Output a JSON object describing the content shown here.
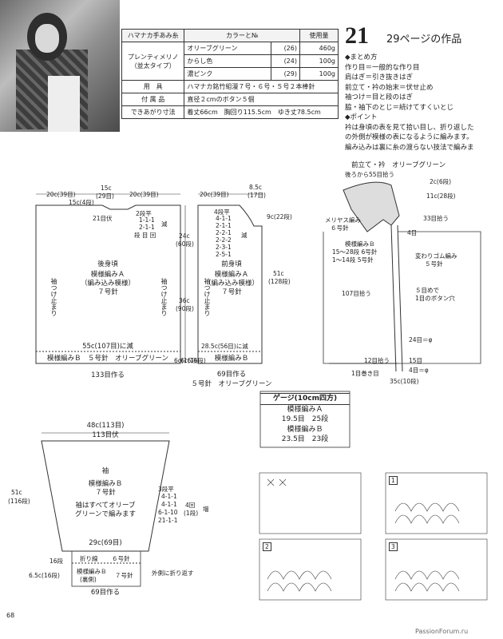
{
  "materials": {
    "headers": [
      "ハマナカ手あみ糸",
      "カラーと№",
      "使用量"
    ],
    "yarn": [
      "プレンティメリノ",
      "（並太タイプ）"
    ],
    "colors": [
      {
        "name": "オリーブグリーン",
        "no": "(26)",
        "amount": "460g"
      },
      {
        "name": "からし色",
        "no": "(24)",
        "amount": "100g"
      },
      {
        "name": "濃ピンク",
        "no": "(29)",
        "amount": "100g"
      }
    ],
    "tools_label": "用　具",
    "tools": "ハマナカ銘竹組漫７号・６号・５号２本棒針",
    "notions_label": "付 属 品",
    "notions": "直径２cmのボタン５個",
    "size_label": "できあがり寸法",
    "size": "着丈66cm　胸回り115.5cm　ゆき丈78.5cm"
  },
  "header": {
    "number": "21",
    "page_ref": "29ページの作品"
  },
  "notes": [
    "◆まとめ方",
    "作り目＝一般的な作り目",
    "肩はぎ＝引き抜きはぎ",
    "前立て・衿の始末＝伏せ止め",
    "袖つけ＝目と段のはぎ",
    "脇・袖下のとじ＝続けてすくいとじ",
    "◆ポイント",
    "衿は身頃の表を見て拾い目し、折り返した",
    "の外側が模様の表になるように編みます。",
    "編み込みは裏に糸の渡らない技法で編みま"
  ],
  "back": {
    "top": [
      "20c(39目)",
      "15c",
      "(29目)",
      "20c(39目)"
    ],
    "neck": [
      "2段平",
      "1-1-1",
      "2-1-1",
      "段 目 回"
    ],
    "bind": "15c(4段)",
    "fuse": "21目伏",
    "gen": "減",
    "h1": "24c",
    "h1b": "(60段)",
    "name": "後身頃",
    "pat": [
      "模様編みＡ",
      "（編み込み模様）",
      "７号針"
    ],
    "sleeve_stop": "袖つけ止まり",
    "h2": "36c",
    "h2b": "(90段)",
    "dec": "55c(107目)に減",
    "bottom": "模様編みＢ　５号針　オリーブグリーン",
    "h3": "6c(16段)",
    "cast": "133目作る"
  },
  "front": {
    "top": [
      "20c(39目)",
      "8.5c",
      "(17目)"
    ],
    "neck": [
      "4段平",
      "4-1-1",
      "2-1-1",
      "2-2-1",
      "2-2-2",
      "2-3-1",
      "2-5-1"
    ],
    "gen": "減",
    "neck_h": "9c(22段)",
    "name": "前身頃",
    "pat": [
      "模様編みＡ",
      "（編み込み模様）",
      "７号針"
    ],
    "sleeve_stop": "袖つけ止まり",
    "side": "51c",
    "sideb": "(128段)",
    "dec": "28.5c(56目)に減",
    "bottom": "模様編みＢ",
    "h3": "6c(16段)",
    "cast": "69目作る",
    "needle": "５号針　オリーブグリーン"
  },
  "collar": {
    "title": "前立て・衿　オリーブグリーン",
    "pick": "後ろから55目拾う",
    "l1": "2c(6段)",
    "l2": "11c(28段)",
    "l3": "33目拾う",
    "l4": "メリヤス編み",
    "l5": "６号針",
    "l6": "4目",
    "l7": "模様編みＢ",
    "l8": "15～28段 6号針",
    "l9": "1～14段 5号針",
    "l10": "変わりゴム編み",
    "l11": "５号針",
    "l12": "107目拾う",
    "l13": "５目めで",
    "l14": "1目のボタン穴",
    "l15": "24目＝φ",
    "l16": "12目拾う",
    "l17": "15目",
    "l18": "1目巻き目",
    "l19": "35c(10段)",
    "l20": "4目＝φ"
  },
  "gauge": {
    "title": "ゲージ(10cm四方)",
    "a": "模様編みＡ",
    "a_val": "19.5目　25段",
    "b": "模様編みＢ",
    "b_val": "23.5目　23段"
  },
  "sleeve": {
    "top1": "48c(113目)",
    "top2": "113目伏",
    "h": "51c",
    "hb": "(116段)",
    "name": "袖",
    "pat": [
      "模様編みＢ",
      "７号針"
    ],
    "note": [
      "袖はすべてオリーブ",
      "グリーンで編みます"
    ],
    "inc": [
      "3段平",
      "4-1-1",
      "4-1-1",
      "6-1-10",
      "21-1-1"
    ],
    "inc2": "4回",
    "inc3": "(1段)",
    "inc4": "増",
    "wid": "29c(69目)",
    "fold": "折り線",
    "fold_n": "６号針",
    "l16": "16段",
    "cuff": "模様編みＢ",
    "cuff2": "(裏側)",
    "cuff_n": "７号針",
    "out": "外側に折り返す",
    "l65": "6.5c(16段)",
    "cast": "69目作る"
  },
  "steps": [
    "1",
    "2",
    "3"
  ],
  "page_num": "68",
  "footer": "PassionForum.ru"
}
